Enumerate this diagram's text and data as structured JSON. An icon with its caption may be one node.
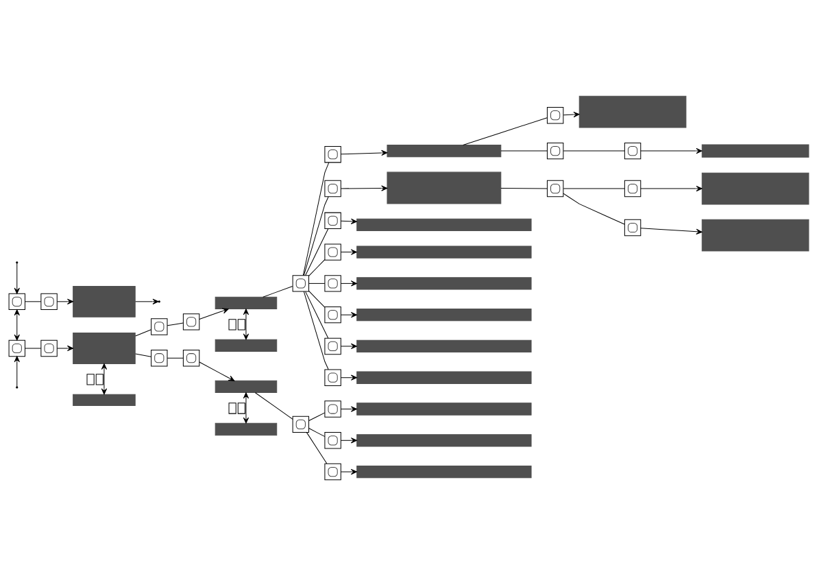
{
  "diagram": {
    "nodes": [
      {
        "text": [],
        "shape": "picture"
      },
      {
        "text": [],
        "shape": "picture"
      },
      {
        "text": [],
        "shape": "box"
      },
      {
        "text": [],
        "shape": "picture"
      },
      {
        "text": [],
        "shape": "picture"
      },
      {
        "text": [],
        "shape": "box"
      },
      {
        "text": [],
        "shape": "box"
      },
      {
        "text": [],
        "shape": "picture"
      },
      {
        "text": [],
        "shape": "picture"
      },
      {
        "text": [],
        "shape": "box"
      },
      {
        "text": [],
        "shape": "box"
      },
      {
        "text": [],
        "shape": "picture"
      },
      {
        "text": [],
        "shape": "picture"
      },
      {
        "text": [],
        "shape": "box"
      },
      {
        "text": [],
        "shape": "picture"
      },
      {
        "text": [],
        "shape": "box"
      },
      {
        "text": [],
        "shape": "picture"
      },
      {
        "text": [],
        "shape": "picture"
      },
      {
        "text": [],
        "shape": "box"
      },
      {
        "text": [],
        "shape": "picture"
      },
      {
        "text": [],
        "shape": "box"
      },
      {
        "text": [],
        "shape": "picture"
      },
      {
        "text": [],
        "shape": "picture"
      },
      {
        "text": [],
        "shape": "box"
      },
      {
        "text": [],
        "shape": "picture"
      },
      {
        "text": [],
        "shape": "box"
      },
      {
        "text": [],
        "shape": "picture"
      },
      {
        "text": [],
        "shape": "box"
      },
      {
        "text": [],
        "shape": "picture"
      },
      {
        "text": [],
        "shape": "box"
      },
      {
        "text": [],
        "shape": "picture"
      },
      {
        "text": [],
        "shape": "box"
      },
      {
        "text": [],
        "shape": "picture"
      },
      {
        "text": [],
        "shape": "box"
      },
      {
        "text": [],
        "shape": "picture"
      },
      {
        "text": [],
        "shape": "box"
      },
      {
        "text": [],
        "shape": "picture"
      },
      {
        "text": [],
        "shape": "box"
      },
      {
        "text": [],
        "shape": "picture"
      },
      {
        "text": [],
        "shape": "picture"
      },
      {
        "text": [],
        "shape": "box"
      },
      {
        "text": [],
        "shape": "box"
      },
      {
        "text": [],
        "shape": "picture"
      },
      {
        "text": [],
        "shape": "picture"
      },
      {
        "text": [],
        "shape": "box"
      },
      {
        "text": [],
        "shape": "picture"
      },
      {
        "text": [],
        "shape": "box"
      },
      {
        "text": [],
        "shape": "picture"
      },
      {
        "text": [],
        "shape": "box"
      }
    ],
    "edges": [
      {
        "from": null,
        "to": 0,
        "arrow": "to"
      },
      {
        "from": 0,
        "to": 3,
        "arrow": "both"
      },
      {
        "from": null,
        "to": 3,
        "arrow": "to"
      },
      {
        "from": 0,
        "to": 1,
        "arrow": "none"
      },
      {
        "from": 1,
        "to": 2,
        "arrow": "to"
      },
      {
        "from": 2,
        "to": null,
        "arrow": "to"
      },
      {
        "from": 3,
        "to": 4,
        "arrow": "none"
      },
      {
        "from": 4,
        "to": 5,
        "arrow": "to"
      },
      {
        "from": 5,
        "to": 6,
        "arrow": "both"
      },
      {
        "from": 5,
        "to": 7,
        "arrow": "none"
      },
      {
        "from": 7,
        "to": 8,
        "arrow": "none"
      },
      {
        "from": 8,
        "to": 9,
        "arrow": "to"
      },
      {
        "from": 9,
        "to": 10,
        "arrow": "both"
      },
      {
        "from": 9,
        "to": 11,
        "arrow": "none"
      },
      {
        "from": 11,
        "to": 12,
        "arrow": "none"
      },
      {
        "from": 12,
        "to": 13,
        "arrow": "to"
      },
      {
        "from": 13,
        "to": 14,
        "arrow": "none"
      },
      {
        "from": 14,
        "to": 15,
        "arrow": "to"
      },
      {
        "from": 13,
        "to": 16,
        "arrow": "none"
      },
      {
        "from": 16,
        "to": 17,
        "arrow": "none"
      },
      {
        "from": 17,
        "to": 18,
        "arrow": "to"
      },
      {
        "from": 11,
        "to": 19,
        "arrow": "none"
      },
      {
        "from": 19,
        "to": 20,
        "arrow": "to"
      },
      {
        "from": 20,
        "to": 21,
        "arrow": "none"
      },
      {
        "from": 21,
        "to": 22,
        "arrow": "none"
      },
      {
        "from": 22,
        "to": 23,
        "arrow": "to"
      },
      {
        "from": 21,
        "to": 24,
        "arrow": "none"
      },
      {
        "from": 24,
        "to": 25,
        "arrow": "to"
      },
      {
        "from": 11,
        "to": 26,
        "arrow": "none"
      },
      {
        "from": 26,
        "to": 27,
        "arrow": "to"
      },
      {
        "from": 11,
        "to": 28,
        "arrow": "none"
      },
      {
        "from": 28,
        "to": 29,
        "arrow": "to"
      },
      {
        "from": 11,
        "to": 30,
        "arrow": "none"
      },
      {
        "from": 30,
        "to": 31,
        "arrow": "to"
      },
      {
        "from": 11,
        "to": 32,
        "arrow": "none"
      },
      {
        "from": 32,
        "to": 33,
        "arrow": "to"
      },
      {
        "from": 11,
        "to": 34,
        "arrow": "none"
      },
      {
        "from": 34,
        "to": 35,
        "arrow": "to"
      },
      {
        "from": 11,
        "to": 36,
        "arrow": "none"
      },
      {
        "from": 36,
        "to": 37,
        "arrow": "to"
      },
      {
        "from": 5,
        "to": 38,
        "arrow": "none"
      },
      {
        "from": 38,
        "to": 39,
        "arrow": "none"
      },
      {
        "from": 39,
        "to": 40,
        "arrow": "to"
      },
      {
        "from": 40,
        "to": 41,
        "arrow": "both"
      },
      {
        "from": 40,
        "to": 42,
        "arrow": "none"
      },
      {
        "from": 42,
        "to": 43,
        "arrow": "none"
      },
      {
        "from": 43,
        "to": 44,
        "arrow": "to"
      },
      {
        "from": 42,
        "to": 45,
        "arrow": "none"
      },
      {
        "from": 45,
        "to": 46,
        "arrow": "to"
      },
      {
        "from": 42,
        "to": 47,
        "arrow": "none"
      },
      {
        "from": 47,
        "to": 48,
        "arrow": "to"
      }
    ]
  }
}
